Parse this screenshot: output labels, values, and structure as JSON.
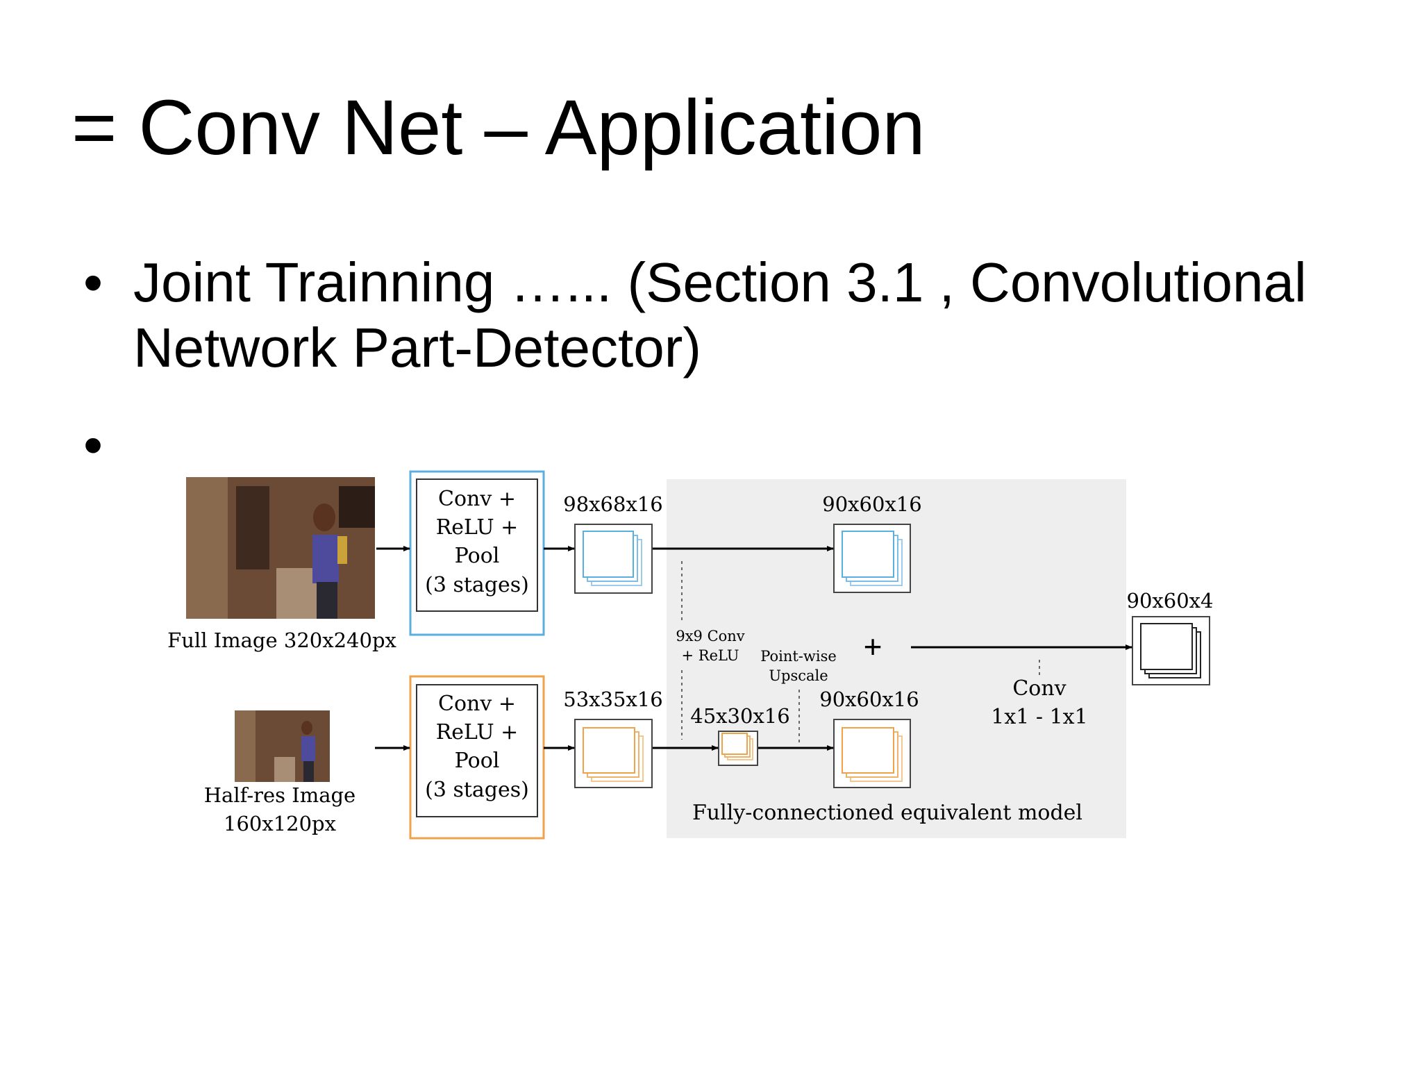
{
  "slide": {
    "title": "= Conv Net – Application",
    "bullets": [
      "Joint Trainning …... (Section 3.1 , Convolutional Network Part-Detector)",
      ""
    ],
    "bullet_symbol": "•"
  },
  "diagram": {
    "full_image_caption": "Full Image 320x240px",
    "half_image_caption_line1": "Half-res Image",
    "half_image_caption_line2": "160x120px",
    "conv_block_lines": [
      "Conv +",
      "ReLU +",
      "Pool",
      "(3 stages)"
    ],
    "label_top_fm1": "98x68x16",
    "label_top_fm2": "90x60x16",
    "label_bottom_fm1": "53x35x16",
    "label_small_fm": "45x30x16",
    "label_bottom_fm2": "90x60x16",
    "label_output": "90x60x4",
    "label_conv9_line1": "9x9 Conv",
    "label_conv9_line2": "+ ReLU",
    "label_upscale_line1": "Point-wise",
    "label_upscale_line2": "Upscale",
    "label_plus": "+",
    "label_conv1_line1": "Conv",
    "label_conv1_line2": "1x1 - 1x1",
    "label_fc_model": "Fully-connectioned equivalent model",
    "colors": {
      "blue_accent": "#5aaee0",
      "orange_accent": "#eea24a",
      "panel_gray": "#eeeeee"
    }
  }
}
